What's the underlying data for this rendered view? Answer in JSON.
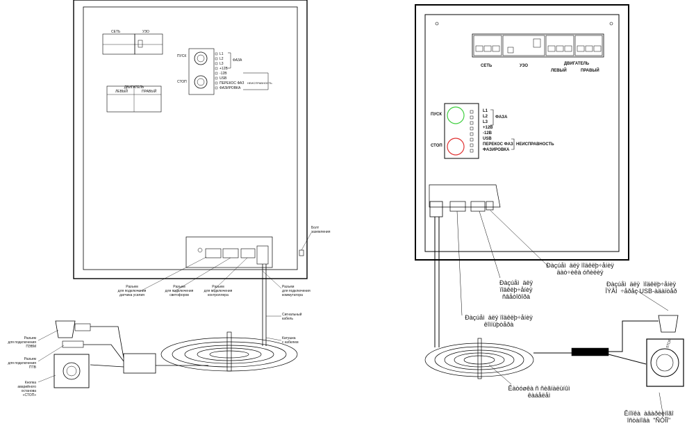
{
  "left": {
    "panel": {
      "top_labels": [
        "СЕТЬ",
        "УЗО"
      ],
      "buttons": [
        "ПУСК",
        "СТОП"
      ],
      "indicators": [
        "L1",
        "L2",
        "L3",
        "+12В",
        "-12В",
        "USB",
        "ПЕРЕКОС ФАЗ",
        "ФАЗИРОВКА"
      ],
      "group_faza": "ФАЗА",
      "group_fault": "НЕИСПРАВНОСТЬ",
      "motor": {
        "title": "ДВИГАТЕЛЬ",
        "left": "ЛЕВЫЙ",
        "right": "ПРАВЫЙ"
      }
    },
    "callouts": {
      "ground_bolt": "Болт\nзаземления",
      "conn_sensors": "Разъем\nдля подключения\nдатчика усилия",
      "conn_lights": "Разъем\nдля подключения\nсветофоров",
      "conn_contactor": "Разъем\nдля подключения\nконтроллера",
      "conn_switch": "Разъем\nдля подключения\nкоммутатора",
      "signal_cable": "Сигнальный\nкабель",
      "coil": "Катушка\nс кабелем",
      "conn_pc": "Разъем\nдля подключения\nПЭВМ",
      "conn_power": "Разъем\nдля подключения\nПТВ",
      "emergency": "Кнопка\nаварийного\nостанова\n«СТОП»"
    }
  },
  "right": {
    "breaker_labels": {
      "net": "СЕТЬ",
      "uzo": "УЗО",
      "motor": "ДВИГАТЕЛЬ",
      "left": "ЛЕВЫЙ",
      "right": "ПРАВЫЙ"
    },
    "buttons": {
      "start": "ПУСК",
      "stop": "СТОП"
    },
    "indicators": [
      "L1",
      "L2",
      "L3",
      "+12В",
      "-12В",
      "USB",
      "ПЕРЕКОС ФАЗ",
      "ФАЗИРОВКА"
    ],
    "group_faza": "ФАЗА",
    "group_fault": "НЕИСПРАВНОСТЬ",
    "callouts": {
      "c1": "Ðàçúåì  äëÿ ïîäêëþ÷åíèÿ\näàò÷èêà óñèëèÿ",
      "c2": "Ðàçúåì  äëÿ\nïîäêëþ÷åíèÿ\nñâåòîôîðà",
      "c3": "Ðàçúåì  äëÿ ïîäêëþ÷åíèÿ\nêîìïüþòåðà",
      "c4": "Ðàçúåì  äëÿ  ïîäêëþ÷åíèÿ\nÏÝÂÌ  ÷åðåç USB-àäàïòåð",
      "coil": "Êàòóøêà ñ ñèãíàëüíûì\nêàáåëåì",
      "estop": "Êíîïêà  àâàðèéíîãî\nîñòàíîâà  \"ÑÒÎÏ\"",
      "button_text": "STOP"
    }
  }
}
